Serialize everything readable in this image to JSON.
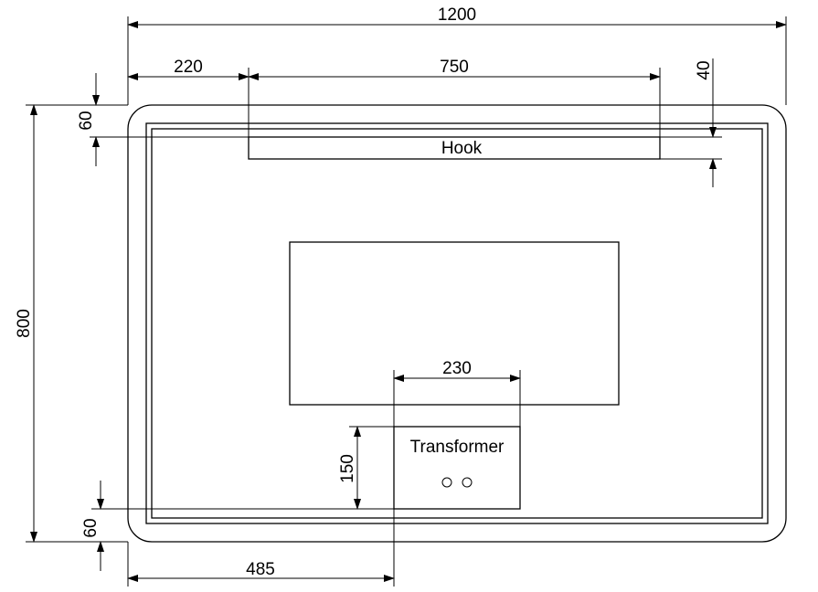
{
  "drawing": {
    "dimensions": {
      "overall_width": "1200",
      "hook_left_offset": "220",
      "hook_width": "750",
      "hook_height": "40",
      "top_offset": "60",
      "overall_height": "800",
      "transformer_width": "230",
      "transformer_height": "150",
      "bottom_offset": "60",
      "transformer_left_offset": "485"
    },
    "labels": {
      "hook": "Hook",
      "transformer": "Transformer"
    }
  }
}
